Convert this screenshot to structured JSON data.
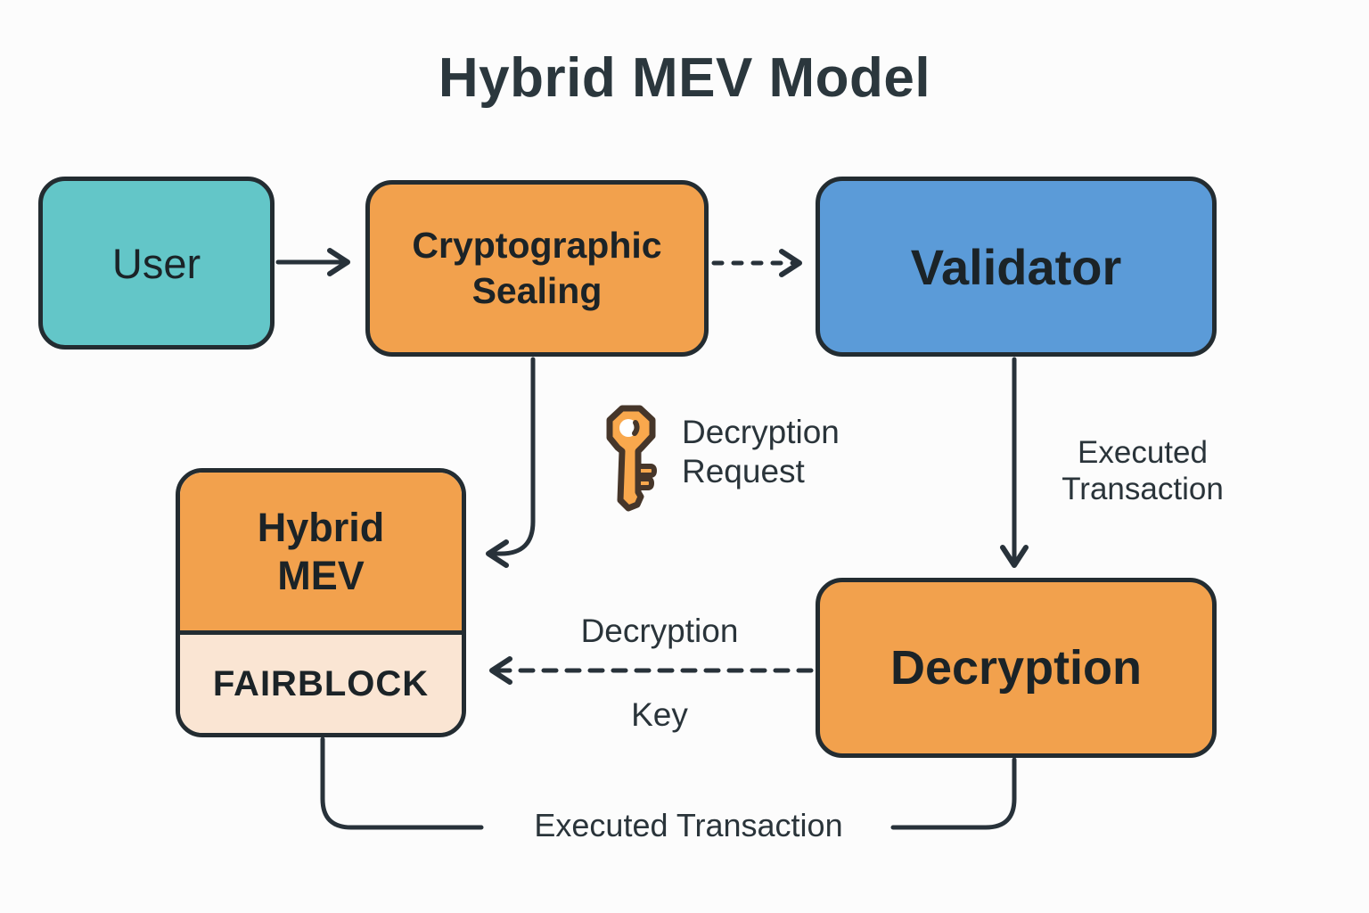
{
  "title": "Hybrid MEV Model",
  "colors": {
    "background": "#FCFCFC",
    "line": "#28323A",
    "text_dark": "#1B2327",
    "node_teal": "#63C6C8",
    "node_orange": "#F2A14D",
    "node_blue": "#5B9BD8",
    "node_cream": "#FAE5D3",
    "key_fill": "#F9A84D",
    "key_outline": "#46362A"
  },
  "nodes": {
    "user": {
      "label": "User",
      "color": "#63C6C8"
    },
    "cryptographic_sealing": {
      "label": "Cryptographic Sealing",
      "color": "#F2A14D"
    },
    "validator": {
      "label": "Validator",
      "color": "#5B9BD8"
    },
    "hybrid_mev": {
      "label": "Hybrid MEV",
      "color": "#F2A14D"
    },
    "fairblock": {
      "label": "FAIRBLOCK",
      "color": "#FAE5D3"
    },
    "decryption": {
      "label": "Decryption",
      "color": "#F2A14D"
    }
  },
  "labels": {
    "decryption_request": "Decryption Request",
    "executed_transaction_right": "Executed Transaction",
    "decryption_key_line1": "Decryption",
    "decryption_key_line2": "Key",
    "executed_transaction_bottom": "Executed Transaction"
  },
  "icons": {
    "key_icon": "decryption-request-key"
  }
}
